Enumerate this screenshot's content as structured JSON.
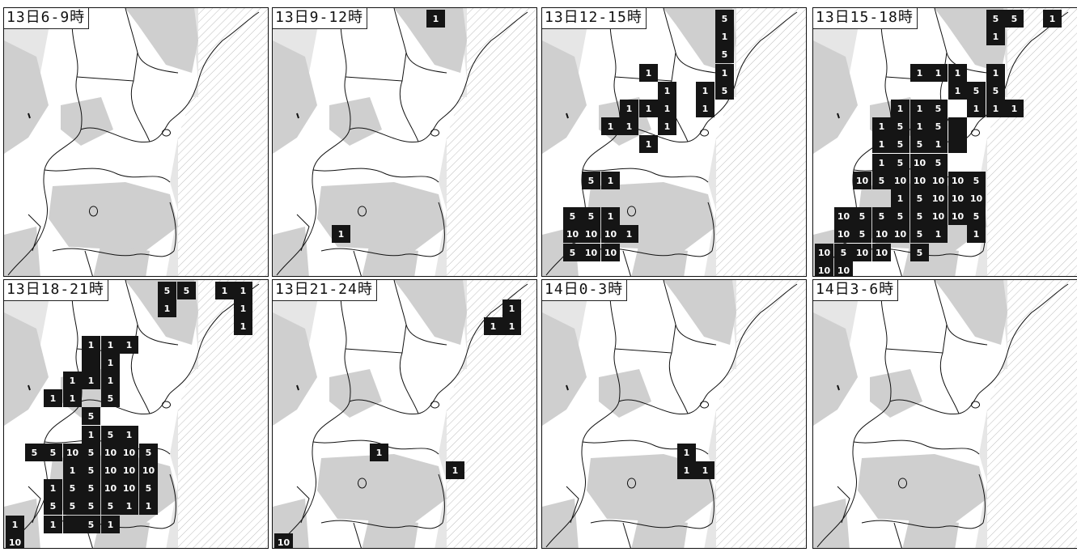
{
  "panels": [
    {
      "title": "13日6-9時",
      "cells": []
    },
    {
      "title": "13日9-12時",
      "cells": [
        {
          "c": 8,
          "r": 0,
          "v": "1"
        },
        {
          "c": 3,
          "r": 12,
          "v": "1"
        }
      ]
    },
    {
      "title": "13日12-15時",
      "cells": [
        {
          "c": 9,
          "r": 0,
          "v": "5"
        },
        {
          "c": 9,
          "r": 1,
          "v": "1"
        },
        {
          "c": 9,
          "r": 2,
          "v": "5"
        },
        {
          "c": 9,
          "r": 3,
          "v": "1"
        },
        {
          "c": 9,
          "r": 4,
          "v": "5"
        },
        {
          "c": 8,
          "r": 4,
          "v": "1"
        },
        {
          "c": 8,
          "r": 5,
          "v": "1"
        },
        {
          "c": 5,
          "r": 3,
          "v": "1"
        },
        {
          "c": 6,
          "r": 4,
          "v": "1"
        },
        {
          "c": 4,
          "r": 5,
          "v": "1"
        },
        {
          "c": 5,
          "r": 5,
          "v": "1"
        },
        {
          "c": 6,
          "r": 5,
          "v": "1"
        },
        {
          "c": 3,
          "r": 6,
          "v": "1"
        },
        {
          "c": 4,
          "r": 6,
          "v": "1"
        },
        {
          "c": 6,
          "r": 6,
          "v": "1"
        },
        {
          "c": 5,
          "r": 7,
          "v": "1"
        },
        {
          "c": 2,
          "r": 9,
          "v": "5"
        },
        {
          "c": 3,
          "r": 9,
          "v": "1"
        },
        {
          "c": 1,
          "r": 11,
          "v": "5"
        },
        {
          "c": 2,
          "r": 11,
          "v": "5"
        },
        {
          "c": 3,
          "r": 11,
          "v": "1"
        },
        {
          "c": 1,
          "r": 12,
          "v": "10"
        },
        {
          "c": 2,
          "r": 12,
          "v": "10"
        },
        {
          "c": 3,
          "r": 12,
          "v": "10"
        },
        {
          "c": 4,
          "r": 12,
          "v": "1"
        },
        {
          "c": 1,
          "r": 13,
          "v": "5"
        },
        {
          "c": 2,
          "r": 13,
          "v": "10"
        },
        {
          "c": 3,
          "r": 13,
          "v": "10"
        }
      ]
    },
    {
      "title": "13日15-18時",
      "cells": [
        {
          "c": 9,
          "r": 0,
          "v": "5"
        },
        {
          "c": 10,
          "r": 0,
          "v": "5"
        },
        {
          "c": 12,
          "r": 0,
          "v": "1"
        },
        {
          "c": 9,
          "r": 1,
          "v": "1"
        },
        {
          "c": 5,
          "r": 3,
          "v": "1"
        },
        {
          "c": 6,
          "r": 3,
          "v": "1"
        },
        {
          "c": 7,
          "r": 3,
          "v": "1"
        },
        {
          "c": 9,
          "r": 3,
          "v": "1"
        },
        {
          "c": 7,
          "r": 4,
          "v": "1"
        },
        {
          "c": 8,
          "r": 4,
          "v": "5"
        },
        {
          "c": 9,
          "r": 4,
          "v": "5"
        },
        {
          "c": 4,
          "r": 5,
          "v": "1"
        },
        {
          "c": 5,
          "r": 5,
          "v": "1"
        },
        {
          "c": 6,
          "r": 5,
          "v": "5"
        },
        {
          "c": 8,
          "r": 5,
          "v": "1"
        },
        {
          "c": 9,
          "r": 5,
          "v": "1"
        },
        {
          "c": 10,
          "r": 5,
          "v": "1"
        },
        {
          "c": 3,
          "r": 6,
          "v": "1"
        },
        {
          "c": 4,
          "r": 6,
          "v": "5"
        },
        {
          "c": 5,
          "r": 6,
          "v": "1"
        },
        {
          "c": 6,
          "r": 6,
          "v": "5"
        },
        {
          "c": 7,
          "r": 6,
          "v": ""
        },
        {
          "c": 3,
          "r": 7,
          "v": "1"
        },
        {
          "c": 4,
          "r": 7,
          "v": "5"
        },
        {
          "c": 5,
          "r": 7,
          "v": "5"
        },
        {
          "c": 6,
          "r": 7,
          "v": "1"
        },
        {
          "c": 7,
          "r": 7,
          "v": ""
        },
        {
          "c": 3,
          "r": 8,
          "v": "1"
        },
        {
          "c": 4,
          "r": 8,
          "v": "5"
        },
        {
          "c": 5,
          "r": 8,
          "v": "10"
        },
        {
          "c": 6,
          "r": 8,
          "v": "5"
        },
        {
          "c": 2,
          "r": 9,
          "v": "10"
        },
        {
          "c": 3,
          "r": 9,
          "v": "5"
        },
        {
          "c": 4,
          "r": 9,
          "v": "10"
        },
        {
          "c": 5,
          "r": 9,
          "v": "10"
        },
        {
          "c": 6,
          "r": 9,
          "v": "10"
        },
        {
          "c": 7,
          "r": 9,
          "v": "10"
        },
        {
          "c": 8,
          "r": 9,
          "v": "5"
        },
        {
          "c": 4,
          "r": 10,
          "v": "1"
        },
        {
          "c": 5,
          "r": 10,
          "v": "5"
        },
        {
          "c": 6,
          "r": 10,
          "v": "10"
        },
        {
          "c": 7,
          "r": 10,
          "v": "10"
        },
        {
          "c": 8,
          "r": 10,
          "v": "10"
        },
        {
          "c": 1,
          "r": 11,
          "v": "10"
        },
        {
          "c": 2,
          "r": 11,
          "v": "5"
        },
        {
          "c": 3,
          "r": 11,
          "v": "5"
        },
        {
          "c": 4,
          "r": 11,
          "v": "5"
        },
        {
          "c": 5,
          "r": 11,
          "v": "5"
        },
        {
          "c": 6,
          "r": 11,
          "v": "10"
        },
        {
          "c": 7,
          "r": 11,
          "v": "10"
        },
        {
          "c": 8,
          "r": 11,
          "v": "5"
        },
        {
          "c": 1,
          "r": 12,
          "v": "10"
        },
        {
          "c": 2,
          "r": 12,
          "v": "5"
        },
        {
          "c": 3,
          "r": 12,
          "v": "10"
        },
        {
          "c": 4,
          "r": 12,
          "v": "10"
        },
        {
          "c": 5,
          "r": 12,
          "v": "5"
        },
        {
          "c": 6,
          "r": 12,
          "v": "1"
        },
        {
          "c": 8,
          "r": 12,
          "v": "1"
        },
        {
          "c": 0,
          "r": 13,
          "v": "10"
        },
        {
          "c": 1,
          "r": 13,
          "v": "5"
        },
        {
          "c": 2,
          "r": 13,
          "v": "10"
        },
        {
          "c": 3,
          "r": 13,
          "v": "10"
        },
        {
          "c": 5,
          "r": 13,
          "v": "5"
        },
        {
          "c": 0,
          "r": 14,
          "v": "10"
        },
        {
          "c": 1,
          "r": 14,
          "v": "10"
        }
      ]
    },
    {
      "title": "13日18-21時",
      "cells": [
        {
          "c": 8,
          "r": 0,
          "v": "5"
        },
        {
          "c": 9,
          "r": 0,
          "v": "5"
        },
        {
          "c": 11,
          "r": 0,
          "v": "1"
        },
        {
          "c": 12,
          "r": 0,
          "v": "1"
        },
        {
          "c": 8,
          "r": 1,
          "v": "1"
        },
        {
          "c": 12,
          "r": 1,
          "v": "1"
        },
        {
          "c": 12,
          "r": 2,
          "v": "1"
        },
        {
          "c": 4,
          "r": 3,
          "v": "1"
        },
        {
          "c": 5,
          "r": 3,
          "v": "1"
        },
        {
          "c": 6,
          "r": 3,
          "v": "1"
        },
        {
          "c": 4,
          "r": 4,
          "v": ""
        },
        {
          "c": 5,
          "r": 4,
          "v": "1"
        },
        {
          "c": 3,
          "r": 5,
          "v": "1"
        },
        {
          "c": 4,
          "r": 5,
          "v": "1"
        },
        {
          "c": 5,
          "r": 5,
          "v": "1"
        },
        {
          "c": 2,
          "r": 6,
          "v": "1"
        },
        {
          "c": 3,
          "r": 6,
          "v": "1"
        },
        {
          "c": 5,
          "r": 6,
          "v": "5"
        },
        {
          "c": 4,
          "r": 7,
          "v": "5"
        },
        {
          "c": 4,
          "r": 8,
          "v": "1"
        },
        {
          "c": 5,
          "r": 8,
          "v": "5"
        },
        {
          "c": 6,
          "r": 8,
          "v": "1"
        },
        {
          "c": 1,
          "r": 9,
          "v": "5"
        },
        {
          "c": 2,
          "r": 9,
          "v": "5"
        },
        {
          "c": 3,
          "r": 9,
          "v": "10"
        },
        {
          "c": 4,
          "r": 9,
          "v": "5"
        },
        {
          "c": 5,
          "r": 9,
          "v": "10"
        },
        {
          "c": 6,
          "r": 9,
          "v": "10"
        },
        {
          "c": 7,
          "r": 9,
          "v": "5"
        },
        {
          "c": 3,
          "r": 10,
          "v": "1"
        },
        {
          "c": 4,
          "r": 10,
          "v": "5"
        },
        {
          "c": 5,
          "r": 10,
          "v": "10"
        },
        {
          "c": 6,
          "r": 10,
          "v": "10"
        },
        {
          "c": 7,
          "r": 10,
          "v": "10"
        },
        {
          "c": 2,
          "r": 11,
          "v": "1"
        },
        {
          "c": 3,
          "r": 11,
          "v": "5"
        },
        {
          "c": 4,
          "r": 11,
          "v": "5"
        },
        {
          "c": 5,
          "r": 11,
          "v": "10"
        },
        {
          "c": 6,
          "r": 11,
          "v": "10"
        },
        {
          "c": 7,
          "r": 11,
          "v": "5"
        },
        {
          "c": 2,
          "r": 12,
          "v": "5"
        },
        {
          "c": 3,
          "r": 12,
          "v": "5"
        },
        {
          "c": 4,
          "r": 12,
          "v": "5"
        },
        {
          "c": 5,
          "r": 12,
          "v": "5"
        },
        {
          "c": 6,
          "r": 12,
          "v": "1"
        },
        {
          "c": 7,
          "r": 12,
          "v": "1"
        },
        {
          "c": 2,
          "r": 13,
          "v": "1"
        },
        {
          "c": 3,
          "r": 13,
          "v": ""
        },
        {
          "c": 4,
          "r": 13,
          "v": "5"
        },
        {
          "c": 5,
          "r": 13,
          "v": "1"
        },
        {
          "c": 0,
          "r": 13,
          "v": "1"
        },
        {
          "c": 0,
          "r": 14,
          "v": "10"
        }
      ]
    },
    {
      "title": "13日21-24時",
      "cells": [
        {
          "c": 12,
          "r": 1,
          "v": "1"
        },
        {
          "c": 11,
          "r": 2,
          "v": "1"
        },
        {
          "c": 12,
          "r": 2,
          "v": "1"
        },
        {
          "c": 5,
          "r": 9,
          "v": "1"
        },
        {
          "c": 9,
          "r": 10,
          "v": "1"
        },
        {
          "c": 0,
          "r": 14,
          "v": "10"
        }
      ]
    },
    {
      "title": "14日0-3時",
      "cells": [
        {
          "c": 7,
          "r": 9,
          "v": "1"
        },
        {
          "c": 7,
          "r": 10,
          "v": "1"
        },
        {
          "c": 8,
          "r": 10,
          "v": "1"
        }
      ]
    },
    {
      "title": "14日3-6時",
      "cells": []
    }
  ]
}
